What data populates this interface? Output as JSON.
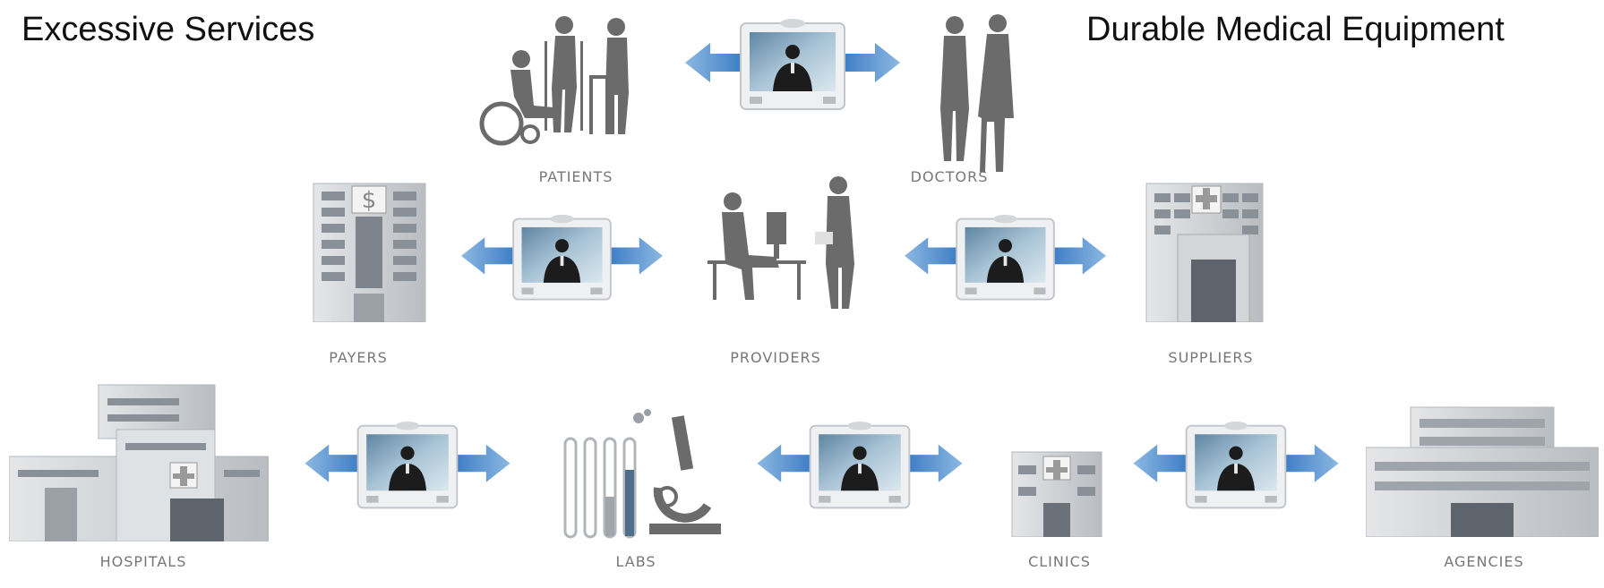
{
  "headings": {
    "left": "Excessive Services",
    "right": "Durable Medical Equipment"
  },
  "nodes": {
    "patients": "PATIENTS",
    "doctors": "DOCTORS",
    "payers": "PAYERS",
    "providers": "PROVIDERS",
    "suppliers": "SUPPLIERS",
    "hospitals": "HOSPITALS",
    "labs": "LABS",
    "clinics": "CLINICS",
    "agencies": "AGENCIES"
  },
  "colors": {
    "figure": "#6b6b6b",
    "arrow": "#4f8fd0",
    "screen": "#8fb2c8",
    "building": "#c9ccce",
    "label": "#777777"
  },
  "icons": {
    "video_link": "video-conference-screen-icon",
    "arrow": "double-arrow-icon"
  }
}
